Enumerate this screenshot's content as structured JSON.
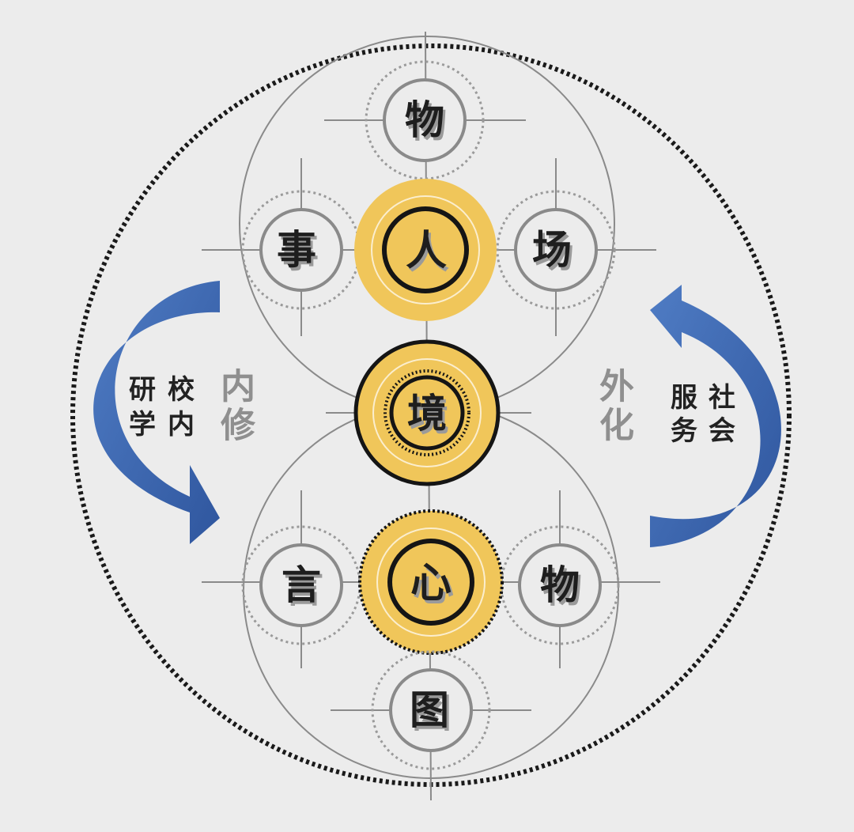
{
  "colors": {
    "background": "#ececec",
    "gold": "#f0c65a",
    "arrow": "#3f68b0",
    "line": "#8a8a8a"
  },
  "nodes": {
    "top_wu": "物",
    "shi": "事",
    "ren": "人",
    "chang": "场",
    "jing": "境",
    "yan": "言",
    "xin": "心",
    "bottom_wu": "物",
    "tu": "图"
  },
  "left_label": {
    "big_1": "内",
    "big_2": "修",
    "small_1": "校",
    "small_2": "内",
    "small_3": "研",
    "small_4": "学"
  },
  "right_label": {
    "big_1": "外",
    "big_2": "化",
    "small_1": "社",
    "small_2": "会",
    "small_3": "服",
    "small_4": "务"
  },
  "icons": {
    "left_arrow": "curved-arrow-down-icon",
    "right_arrow": "curved-arrow-up-icon"
  }
}
